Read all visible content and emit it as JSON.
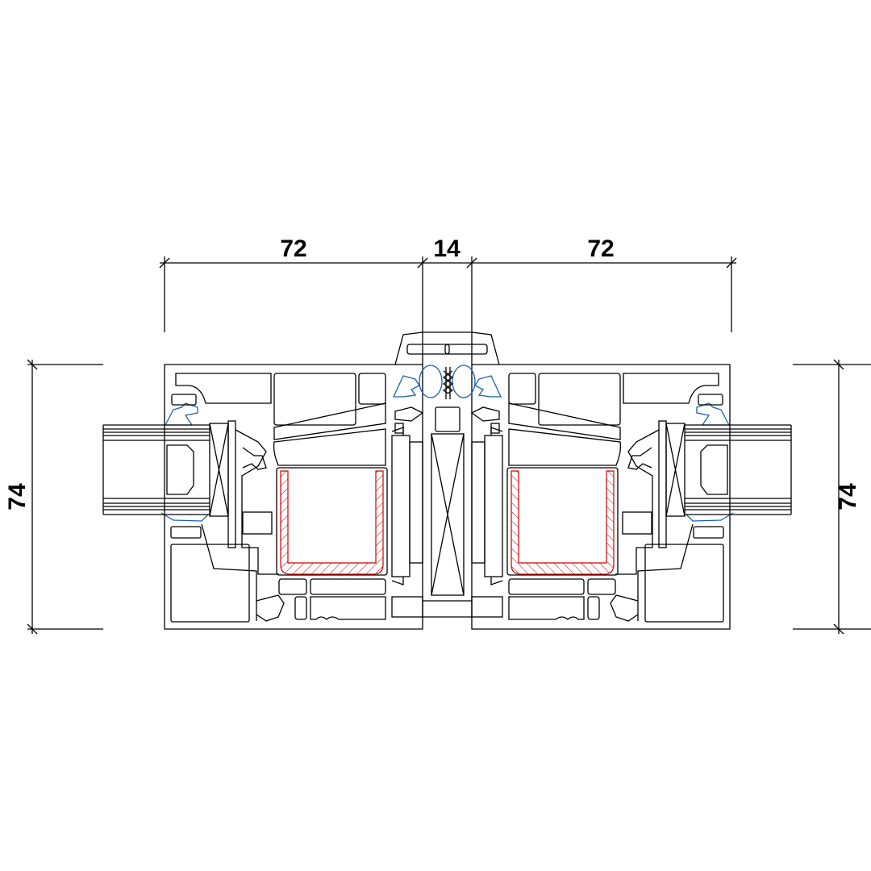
{
  "drawing": {
    "dimensions": {
      "left_width": "72",
      "center_width": "14",
      "right_width": "72",
      "left_height": "74",
      "right_height": "74"
    },
    "colors": {
      "outline": "#000000",
      "gasket": "#1a5fb4",
      "reinforcement": "#cc0000"
    }
  }
}
